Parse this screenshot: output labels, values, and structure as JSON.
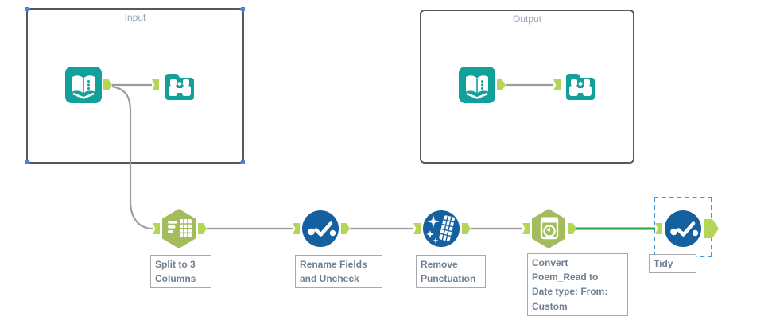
{
  "colors": {
    "canvas_bg": "#FFFFFF",
    "teal": "#12A09A",
    "tool_green": "#A3BC5D",
    "tool_blue": "#15609F",
    "anchor_green": "#B4D558",
    "wire_gray": "#9D9D9D",
    "wire_green": "#2BA24B",
    "container_border": "#54595F",
    "container_label": "#98A6B3",
    "annotation_text": "#6F8090",
    "annotation_border": "#A9A9A9",
    "annotation_bg": "#FFFFFF",
    "selection_blue": "#3D9AE0",
    "handle_blue": "#4A86D8"
  },
  "containers": [
    {
      "label": "Input"
    },
    {
      "label": "Output"
    }
  ],
  "icons": {
    "input_data": "input-data-book-icon",
    "browse": "browse-binoculars-icon",
    "text_to_columns": "text-to-columns-icon",
    "select": "select-checkmark-icon",
    "data_cleansing": "data-cleansing-sparkle-icon",
    "datetime": "datetime-clock-icon"
  },
  "annotations": {
    "text_to_columns": "Split to 3\nColumns",
    "select_1": "Rename Fields\nand Uncheck",
    "data_cleansing": "Remove\nPunctuation",
    "datetime": "Convert\nPoem_Read to\nDate type: From:\nCustom",
    "tidy": "Tidy"
  }
}
